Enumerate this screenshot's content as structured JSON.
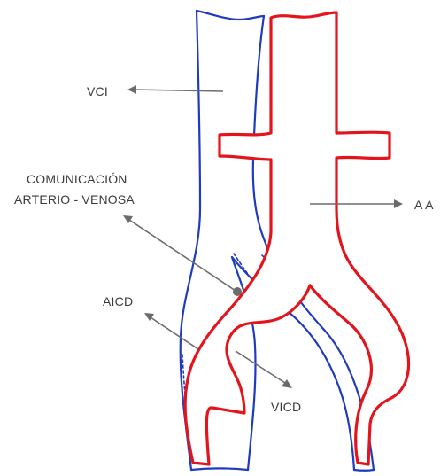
{
  "labels": {
    "vci": "VCI",
    "comunicacion_line1": "COMUNICACIÓN",
    "comunicacion_line2": "ARTERIO - VENOSA",
    "aa": "A A",
    "aicd": "AICD",
    "vicd": "VICD"
  },
  "colors": {
    "vein": "#1f3bbf",
    "artery": "#e3141c",
    "arrow": "#6b6b6b",
    "text": "#3a3a3a"
  }
}
